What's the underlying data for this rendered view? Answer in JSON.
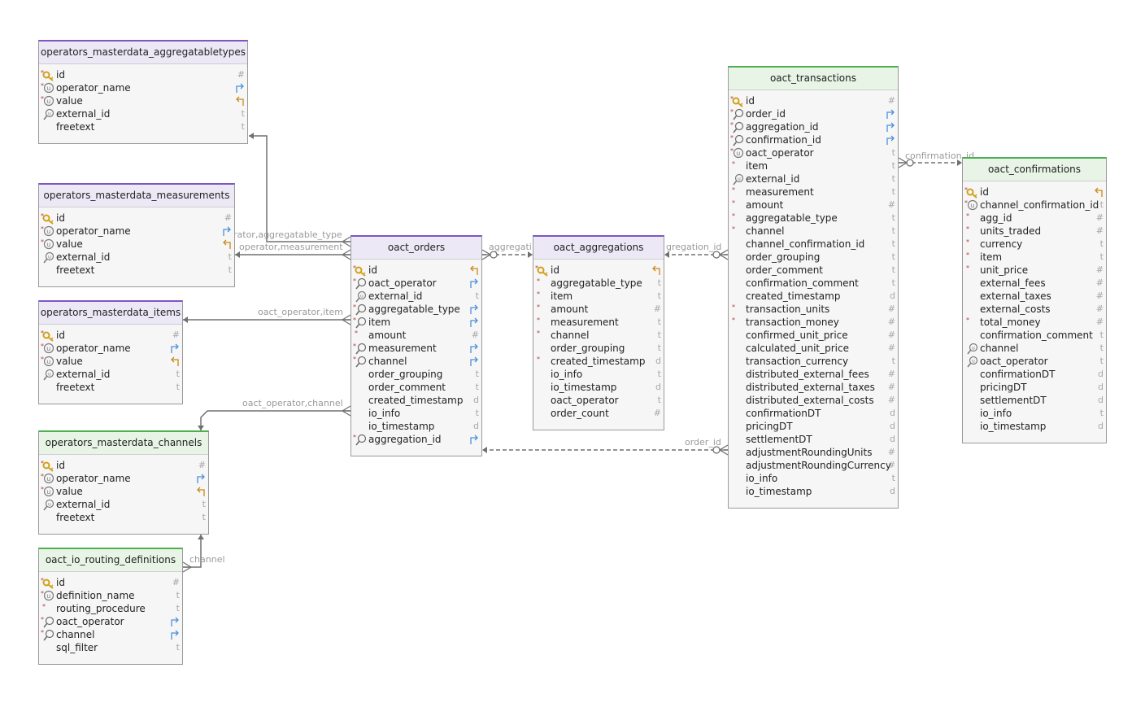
{
  "tables": [
    {
      "id": "aggtypes",
      "name": "operators_masterdata_aggregatabletypes",
      "accent": "#7e57c2",
      "theme": "purple",
      "columns": [
        {
          "name": "id",
          "icon": "pk",
          "type": "#"
        },
        {
          "name": "operator_name",
          "icon": "unique",
          "type": "fk-out"
        },
        {
          "name": "value",
          "icon": "unique",
          "type": "fk-in"
        },
        {
          "name": "external_id",
          "icon": "index",
          "type": "t"
        },
        {
          "name": "freetext",
          "icon": "",
          "type": "t"
        }
      ]
    },
    {
      "id": "measurements",
      "name": "operators_masterdata_measurements",
      "accent": "#7e57c2",
      "theme": "purple",
      "columns": [
        {
          "name": "id",
          "icon": "pk",
          "type": "#"
        },
        {
          "name": "operator_name",
          "icon": "unique",
          "type": "fk-out"
        },
        {
          "name": "value",
          "icon": "unique",
          "type": "fk-in"
        },
        {
          "name": "external_id",
          "icon": "index",
          "type": "t"
        },
        {
          "name": "freetext",
          "icon": "",
          "type": "t"
        }
      ]
    },
    {
      "id": "items",
      "name": "operators_masterdata_items",
      "accent": "#7e57c2",
      "theme": "purple",
      "columns": [
        {
          "name": "id",
          "icon": "pk",
          "type": "#"
        },
        {
          "name": "operator_name",
          "icon": "unique",
          "type": "fk-out"
        },
        {
          "name": "value",
          "icon": "unique",
          "type": "fk-in"
        },
        {
          "name": "external_id",
          "icon": "index",
          "type": "t"
        },
        {
          "name": "freetext",
          "icon": "",
          "type": "t"
        }
      ]
    },
    {
      "id": "channels",
      "name": "operators_masterdata_channels",
      "accent": "#4caf50",
      "theme": "green",
      "columns": [
        {
          "name": "id",
          "icon": "pk",
          "type": "#"
        },
        {
          "name": "operator_name",
          "icon": "unique",
          "type": "fk-out"
        },
        {
          "name": "value",
          "icon": "unique",
          "type": "fk-in"
        },
        {
          "name": "external_id",
          "icon": "index",
          "type": "t"
        },
        {
          "name": "freetext",
          "icon": "",
          "type": "t"
        }
      ]
    },
    {
      "id": "routing",
      "name": "oact_io_routing_definitions",
      "accent": "#4caf50",
      "theme": "green",
      "columns": [
        {
          "name": "id",
          "icon": "pk",
          "type": "#"
        },
        {
          "name": "definition_name",
          "icon": "unique",
          "type": "t"
        },
        {
          "name": "routing_procedure",
          "icon": "required",
          "type": "t"
        },
        {
          "name": "oact_operator",
          "icon": "fk",
          "type": "fk-out"
        },
        {
          "name": "channel",
          "icon": "fk",
          "type": "fk-out"
        },
        {
          "name": "sql_filter",
          "icon": "",
          "type": "t"
        }
      ]
    },
    {
      "id": "orders",
      "name": "oact_orders",
      "accent": "#7e57c2",
      "theme": "purple",
      "columns": [
        {
          "name": "id",
          "icon": "pk",
          "type": "fk-in"
        },
        {
          "name": "oact_operator",
          "icon": "fk",
          "type": "fk-out"
        },
        {
          "name": "external_id",
          "icon": "index",
          "type": "t"
        },
        {
          "name": "aggregatable_type",
          "icon": "fk",
          "type": "fk-out"
        },
        {
          "name": "item",
          "icon": "fk",
          "type": "fk-out"
        },
        {
          "name": "amount",
          "icon": "required",
          "type": "#"
        },
        {
          "name": "measurement",
          "icon": "fk",
          "type": "fk-out"
        },
        {
          "name": "channel",
          "icon": "fk",
          "type": "fk-out"
        },
        {
          "name": "order_grouping",
          "icon": "",
          "type": "t"
        },
        {
          "name": "order_comment",
          "icon": "",
          "type": "t"
        },
        {
          "name": "created_timestamp",
          "icon": "",
          "type": "d"
        },
        {
          "name": "io_info",
          "icon": "",
          "type": "t"
        },
        {
          "name": "io_timestamp",
          "icon": "",
          "type": "d"
        },
        {
          "name": "aggregation_id",
          "icon": "fk",
          "type": "fk-out"
        }
      ]
    },
    {
      "id": "aggregations",
      "name": "oact_aggregations",
      "accent": "#7e57c2",
      "theme": "purple",
      "columns": [
        {
          "name": "id",
          "icon": "pk",
          "type": "fk-in"
        },
        {
          "name": "aggregatable_type",
          "icon": "required",
          "type": "t"
        },
        {
          "name": "item",
          "icon": "required",
          "type": "t"
        },
        {
          "name": "amount",
          "icon": "required",
          "type": "#"
        },
        {
          "name": "measurement",
          "icon": "required",
          "type": "t"
        },
        {
          "name": "channel",
          "icon": "required",
          "type": "t"
        },
        {
          "name": "order_grouping",
          "icon": "",
          "type": "t"
        },
        {
          "name": "created_timestamp",
          "icon": "required",
          "type": "d"
        },
        {
          "name": "io_info",
          "icon": "",
          "type": "t"
        },
        {
          "name": "io_timestamp",
          "icon": "",
          "type": "d"
        },
        {
          "name": "oact_operator",
          "icon": "",
          "type": "t"
        },
        {
          "name": "order_count",
          "icon": "",
          "type": "#"
        }
      ]
    },
    {
      "id": "transactions",
      "name": "oact_transactions",
      "accent": "#4caf50",
      "theme": "green",
      "columns": [
        {
          "name": "id",
          "icon": "pk",
          "type": "#"
        },
        {
          "name": "order_id",
          "icon": "fk",
          "type": "fk-out"
        },
        {
          "name": "aggregation_id",
          "icon": "fk",
          "type": "fk-out"
        },
        {
          "name": "confirmation_id",
          "icon": "fk",
          "type": "fk-out"
        },
        {
          "name": "oact_operator",
          "icon": "unique",
          "type": "t"
        },
        {
          "name": "item",
          "icon": "required",
          "type": "t"
        },
        {
          "name": "external_id",
          "icon": "index",
          "type": "t"
        },
        {
          "name": "measurement",
          "icon": "required",
          "type": "t"
        },
        {
          "name": "amount",
          "icon": "required",
          "type": "#"
        },
        {
          "name": "aggregatable_type",
          "icon": "required",
          "type": "t"
        },
        {
          "name": "channel",
          "icon": "required",
          "type": "t"
        },
        {
          "name": "channel_confirmation_id",
          "icon": "",
          "type": "t"
        },
        {
          "name": "order_grouping",
          "icon": "",
          "type": "t"
        },
        {
          "name": "order_comment",
          "icon": "",
          "type": "t"
        },
        {
          "name": "confirmation_comment",
          "icon": "",
          "type": "t"
        },
        {
          "name": "created_timestamp",
          "icon": "",
          "type": "d"
        },
        {
          "name": "transaction_units",
          "icon": "required",
          "type": "#"
        },
        {
          "name": "transaction_money",
          "icon": "required",
          "type": "#"
        },
        {
          "name": "confirmed_unit_price",
          "icon": "",
          "type": "#"
        },
        {
          "name": "calculated_unit_price",
          "icon": "",
          "type": "#"
        },
        {
          "name": "transaction_currency",
          "icon": "",
          "type": "t"
        },
        {
          "name": "distributed_external_fees",
          "icon": "",
          "type": "#"
        },
        {
          "name": "distributed_external_taxes",
          "icon": "",
          "type": "#"
        },
        {
          "name": "distributed_external_costs",
          "icon": "",
          "type": "#"
        },
        {
          "name": "confirmationDT",
          "icon": "",
          "type": "d"
        },
        {
          "name": "pricingDT",
          "icon": "",
          "type": "d"
        },
        {
          "name": "settlementDT",
          "icon": "",
          "type": "d"
        },
        {
          "name": "adjustmentRoundingUnits",
          "icon": "",
          "type": "#"
        },
        {
          "name": "adjustmentRoundingCurrency",
          "icon": "",
          "type": "#"
        },
        {
          "name": "io_info",
          "icon": "",
          "type": "t"
        },
        {
          "name": "io_timestamp",
          "icon": "",
          "type": "d"
        }
      ]
    },
    {
      "id": "confirmations",
      "name": "oact_confirmations",
      "accent": "#4caf50",
      "theme": "green",
      "columns": [
        {
          "name": "id",
          "icon": "pk",
          "type": "fk-in"
        },
        {
          "name": "channel_confirmation_id",
          "icon": "unique",
          "type": "t"
        },
        {
          "name": "agg_id",
          "icon": "required",
          "type": "#"
        },
        {
          "name": "units_traded",
          "icon": "required",
          "type": "#"
        },
        {
          "name": "currency",
          "icon": "required",
          "type": "t"
        },
        {
          "name": "item",
          "icon": "required",
          "type": "t"
        },
        {
          "name": "unit_price",
          "icon": "required",
          "type": "#"
        },
        {
          "name": "external_fees",
          "icon": "",
          "type": "#"
        },
        {
          "name": "external_taxes",
          "icon": "",
          "type": "#"
        },
        {
          "name": "external_costs",
          "icon": "",
          "type": "#"
        },
        {
          "name": "total_money",
          "icon": "required",
          "type": "#"
        },
        {
          "name": "confirmation_comment",
          "icon": "",
          "type": "t"
        },
        {
          "name": "channel",
          "icon": "index",
          "type": "t"
        },
        {
          "name": "oact_operator",
          "icon": "index",
          "type": "t"
        },
        {
          "name": "confirmationDT",
          "icon": "",
          "type": "d"
        },
        {
          "name": "pricingDT",
          "icon": "",
          "type": "d"
        },
        {
          "name": "settlementDT",
          "icon": "",
          "type": "d"
        },
        {
          "name": "io_info",
          "icon": "",
          "type": "t"
        },
        {
          "name": "io_timestamp",
          "icon": "",
          "type": "d"
        }
      ]
    }
  ],
  "relations": [
    {
      "id": "orders-aggtypes",
      "label": "rator,aggregatable_type",
      "style": "solid"
    },
    {
      "id": "orders-measurements",
      "label": "operator,measurement",
      "style": "solid"
    },
    {
      "id": "orders-items",
      "label": "oact_operator,item",
      "style": "solid"
    },
    {
      "id": "orders-channels",
      "label": "oact_operator,channel",
      "style": "solid"
    },
    {
      "id": "routing-channels",
      "label": "channel",
      "style": "solid"
    },
    {
      "id": "orders-aggregations",
      "label": "aggregati",
      "style": "dashed"
    },
    {
      "id": "transactions-aggregations",
      "label": "gregation_id",
      "style": "dashed"
    },
    {
      "id": "transactions-orders",
      "label": "order_id",
      "style": "dashed"
    },
    {
      "id": "transactions-confirmations",
      "label": "confirmation_id",
      "style": "dashed"
    }
  ],
  "colors": {
    "pk": "#d4a017",
    "unique": "#7a7a7a",
    "fk_arrow": "#4a90d9",
    "fk_in_arrow": "#c98a1a",
    "line": "#707070"
  }
}
